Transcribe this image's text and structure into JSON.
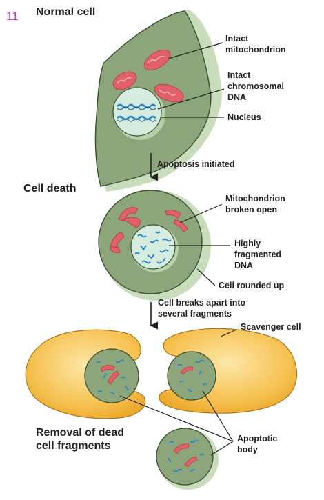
{
  "page_number": "11",
  "stages": {
    "normal": "Normal cell",
    "death": "Cell death",
    "removal": [
      "Removal of dead",
      "cell fragments"
    ]
  },
  "arrows": {
    "initiated": "Apoptosis initiated",
    "breaks_apart": [
      "Cell breaks apart into",
      "several fragments"
    ]
  },
  "labels": {
    "intact_mito": [
      "Intact",
      "mitochondrion"
    ],
    "intact_dna": [
      "Intact",
      "chromosomal",
      "DNA"
    ],
    "nucleus": "Nucleus",
    "mito_broken": [
      "Mitochondrion",
      "broken open"
    ],
    "frag_dna": [
      "Highly",
      "fragmented",
      "DNA"
    ],
    "rounded": "Cell rounded up",
    "scavenger": "Scavenger cell",
    "apoptotic_body": [
      "Apoptotic",
      "body"
    ]
  },
  "colors": {
    "page_number": "#cc33cc",
    "cytoplasm": "#8da57a",
    "cell_shadow": "#c9dcbc",
    "nucleus": "#d6ecde",
    "mitochondrion": "#e0616a",
    "dna": "#2a86c8",
    "scavenger": "#f3b53c",
    "scavenger_light": "#fbe09a"
  }
}
